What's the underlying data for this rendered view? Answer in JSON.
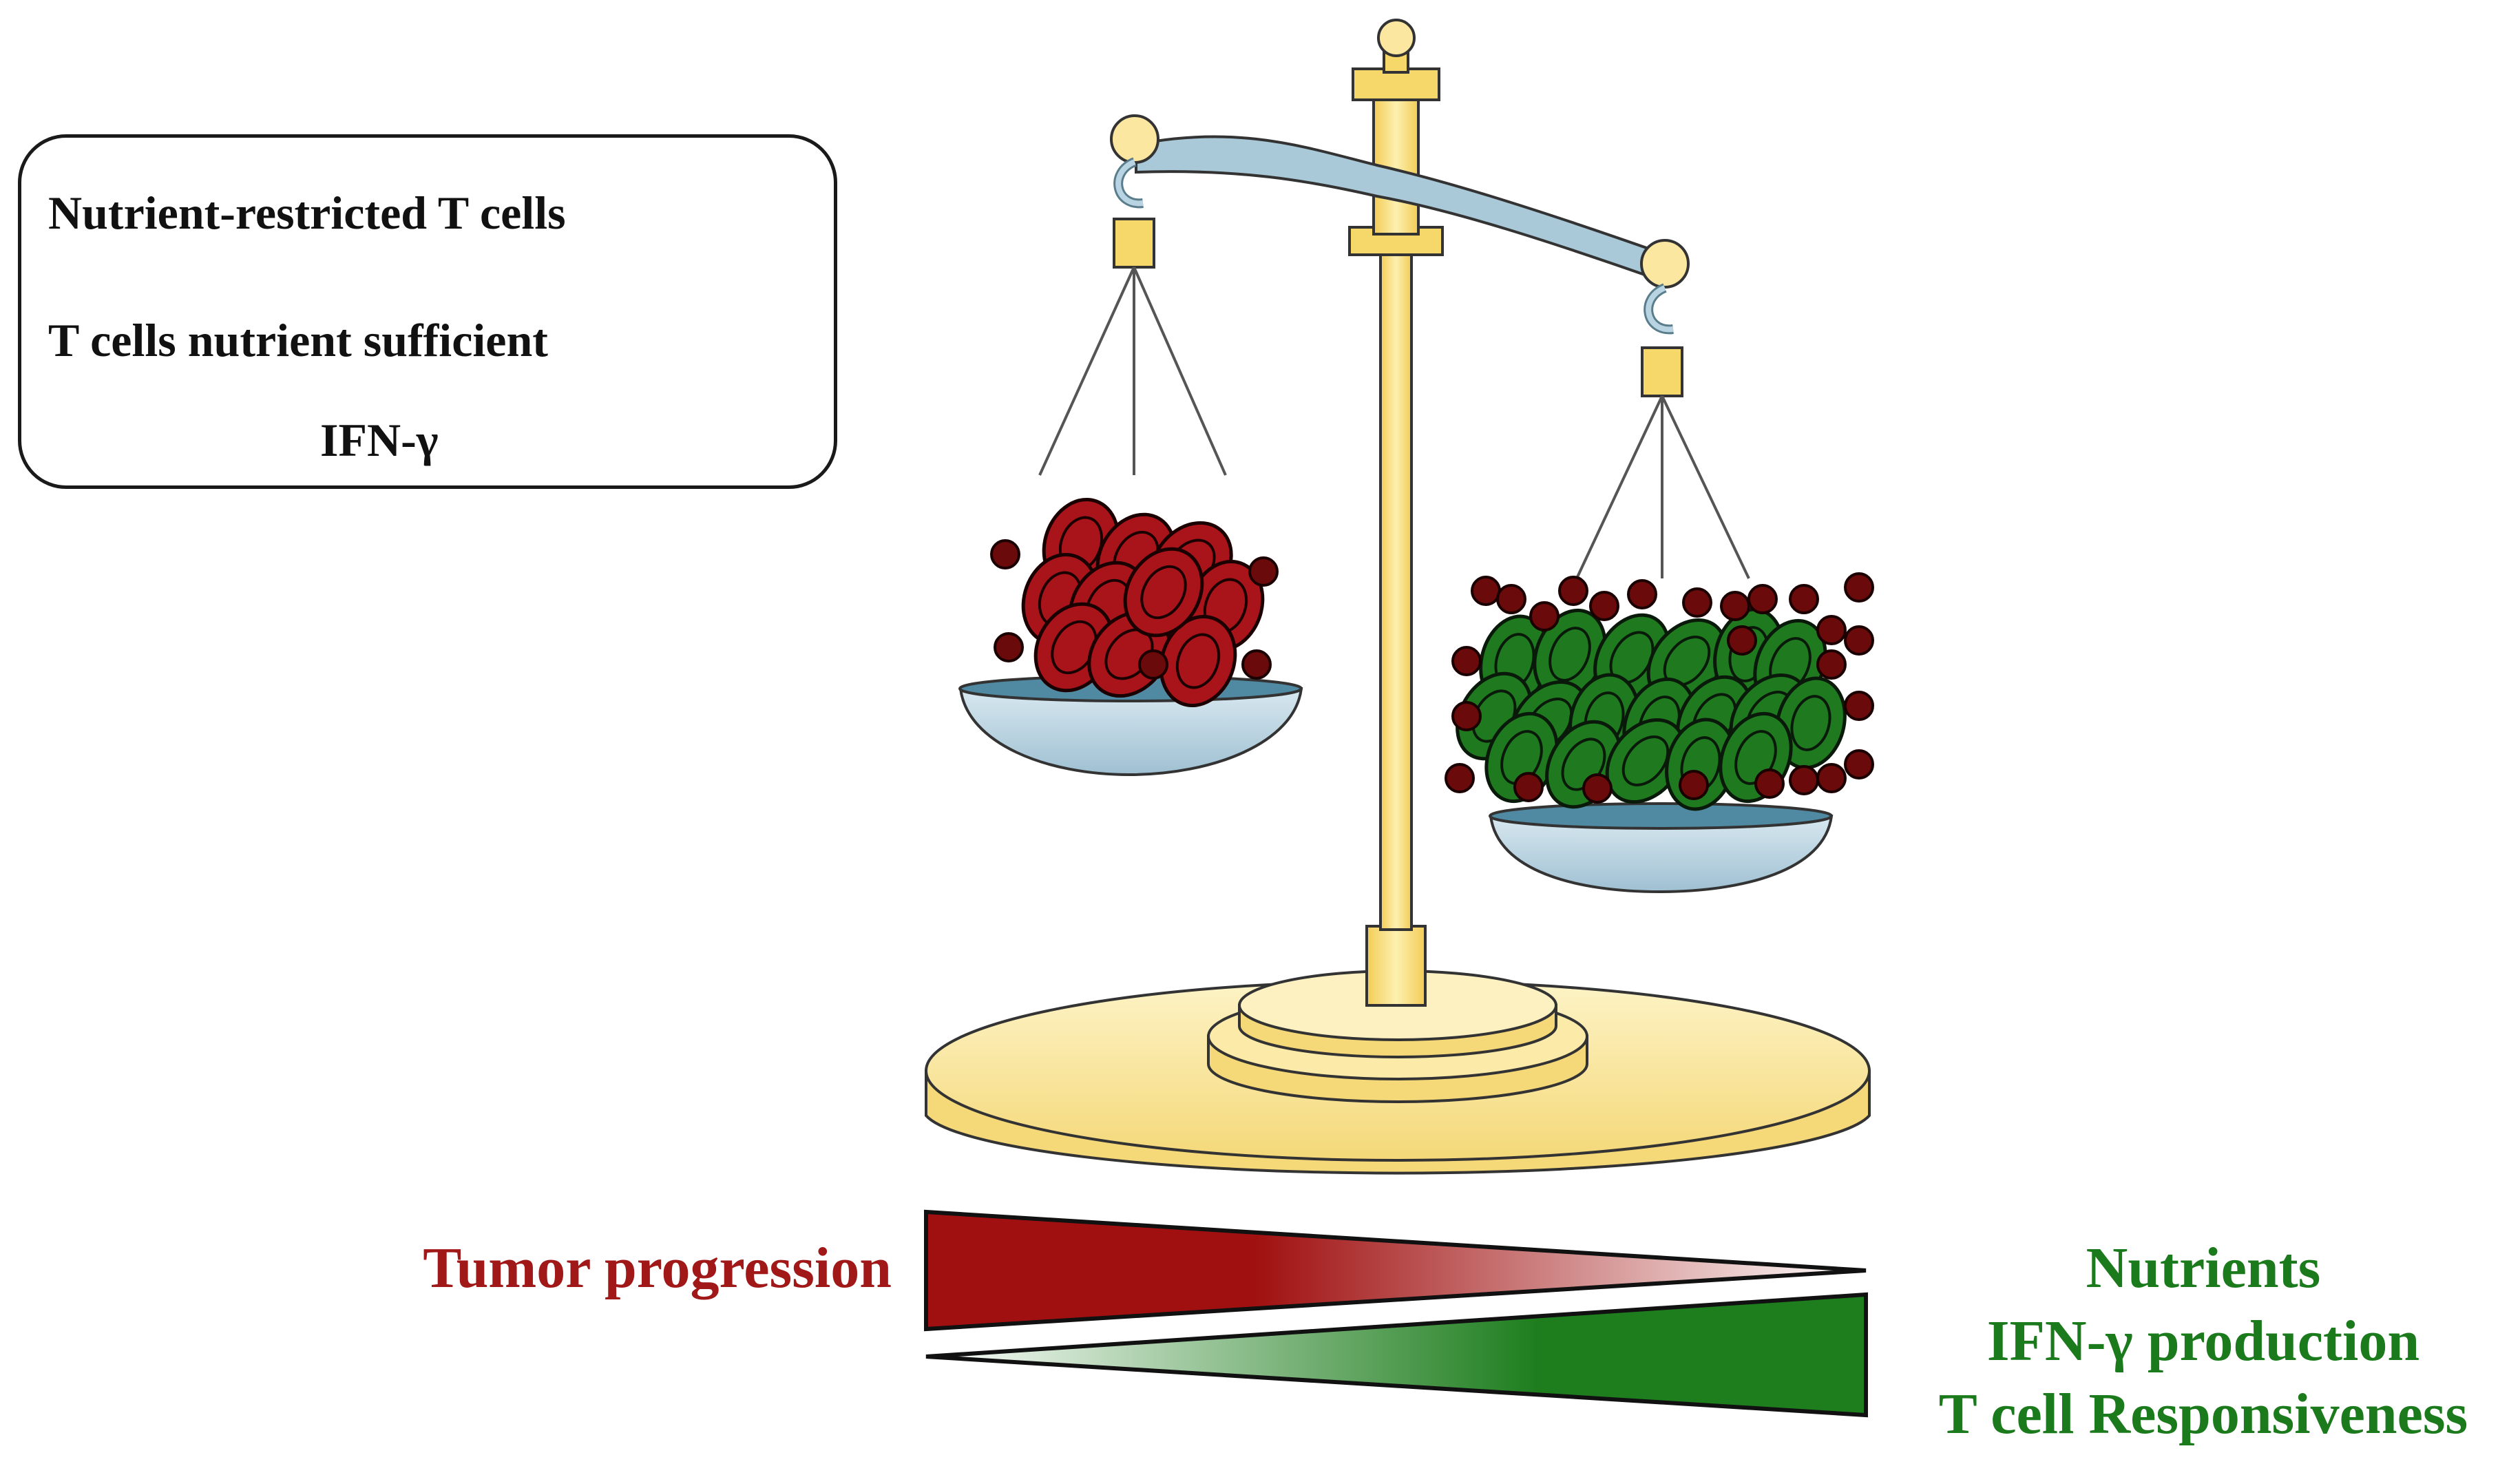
{
  "legend": {
    "items": [
      {
        "label": "Nutrient-restricted T cells",
        "color": "#a8141a"
      },
      {
        "label": "T cells nutrient sufficient",
        "color": "#1f7a1f"
      },
      {
        "label": "IFN-γ",
        "color": "#6a0a0a"
      }
    ]
  },
  "gradient": {
    "left_label": "Tumor progression",
    "left_color": "#a01818",
    "right_labels": [
      "Nutrients",
      "IFN-γ production",
      "T cell Responsiveness"
    ],
    "right_color": "#1b7a1b"
  },
  "colors": {
    "scale_gold": "#f6d86a",
    "scale_gold_light": "#fdf2c0",
    "pan_blue": "#b8d4e3",
    "beam_blue": "#a9c9d8",
    "ifn_dot": "#6a0a0a"
  }
}
